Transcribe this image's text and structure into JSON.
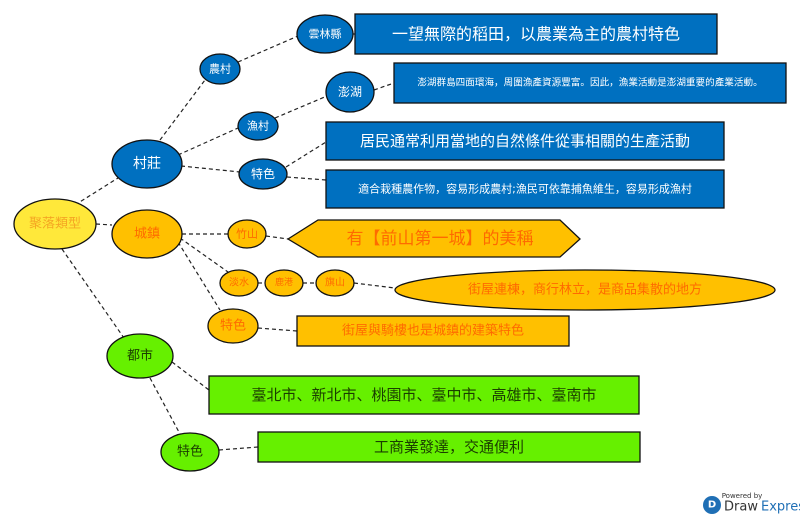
{
  "root": "聚落類型",
  "village": {
    "label": "村莊",
    "farm": "農村",
    "yunlin": "雲林縣",
    "yunlin_desc": "一望無際的稻田，以農業為主的農村特色",
    "fish": "漁村",
    "penghu": "澎湖",
    "penghu_desc": "澎湖群島四面環海，周圍漁產資源豐富。因此，漁業活動是澎湖重要的產業活動。",
    "feature": "特色",
    "feature_desc1": "居民通常利用當地的自然條件從事相關的生產活動",
    "feature_desc2": "適合栽種農作物，容易形成農村;漁民可依靠捕魚維生，容易形成漁村"
  },
  "town": {
    "label": "城鎮",
    "zhushan": "竹山",
    "zhushan_desc": "有【前山第一城】的美稱",
    "danshui": "淡水",
    "lukang": "鹿港",
    "qishan": "旗山",
    "street_desc": "街屋連棟，商行林立，是商品集散的地方",
    "feature": "特色",
    "feature_desc": "街屋與騎樓也是城鎮的建築特色"
  },
  "city": {
    "label": "都市",
    "cities": "臺北市、新北市、桃園市、臺中市、高雄市、臺南市",
    "feature": "特色",
    "feature_desc": "工商業發達，交通便利"
  },
  "branding": {
    "powered": "Powered by",
    "name1": "Draw",
    "name2": "Express"
  },
  "colors": {
    "village": "#0070C0",
    "town": "#FFC000",
    "city": "#66F000",
    "root": "#FFE83A"
  }
}
